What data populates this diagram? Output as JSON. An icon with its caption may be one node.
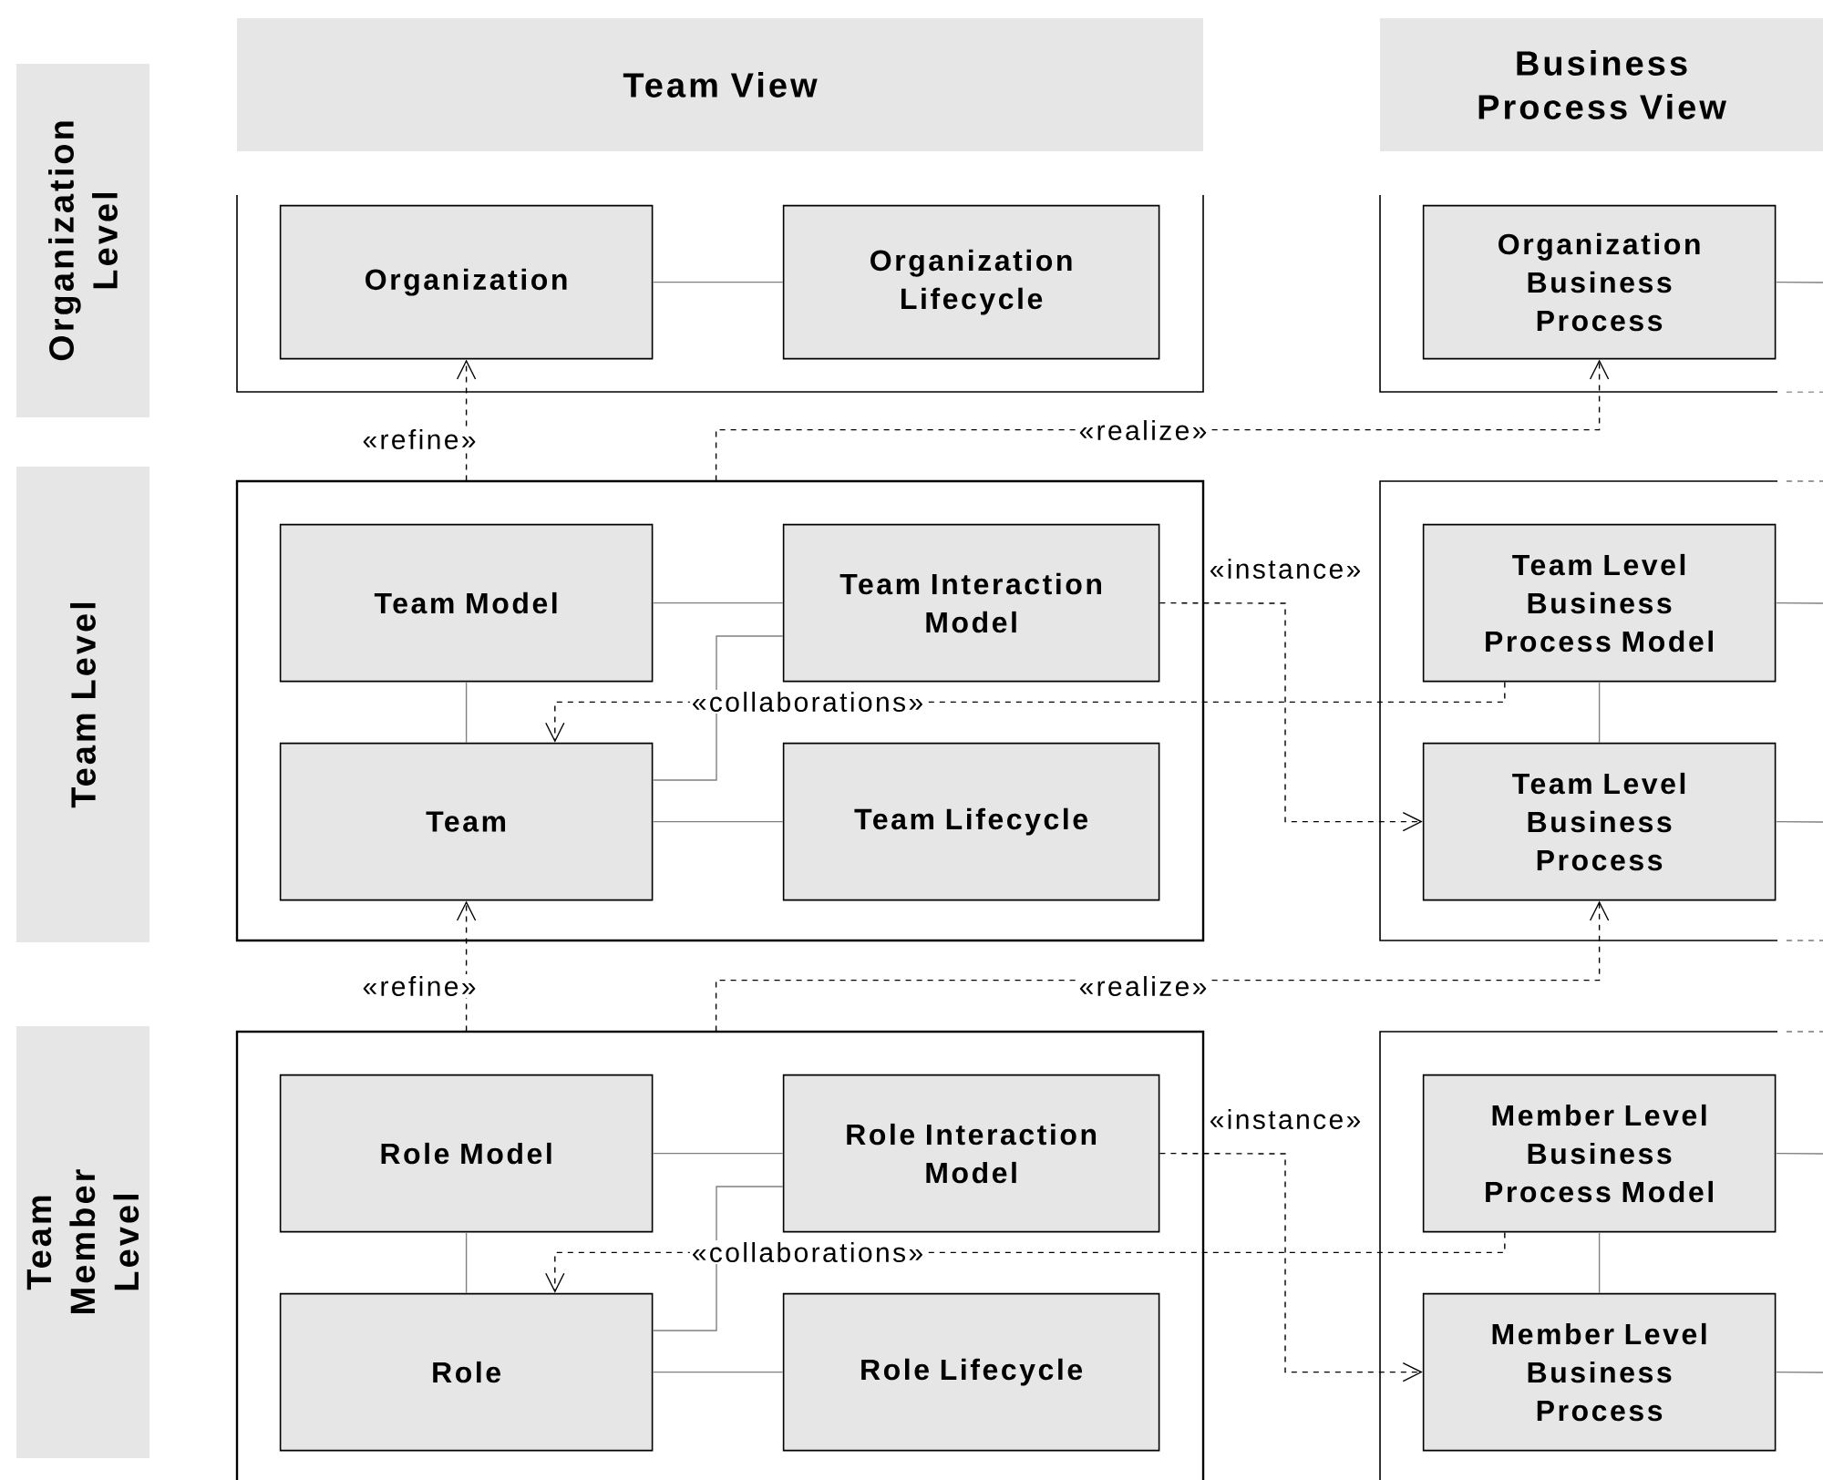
{
  "diagram": {
    "nodes": [
      {
        "text": [
          "Team View"
        ]
      },
      {
        "text": [
          "Business Process View"
        ]
      },
      {
        "text": [
          "Organization Level"
        ]
      },
      {
        "text": [],
        "shape": "box"
      },
      {
        "text": [
          "Organization"
        ],
        "in": 3
      },
      {
        "text": [
          "Organization Lifecycle"
        ],
        "in": 3
      },
      {
        "text": [],
        "shape": "box"
      },
      {
        "text": [
          "Organization Business Process"
        ],
        "in": 6
      },
      {
        "text": [
          "Team Level"
        ]
      },
      {
        "text": [],
        "shape": "box"
      },
      {
        "text": [
          "Team Model"
        ],
        "in": 9
      },
      {
        "text": [
          "Team Interaction Model"
        ],
        "in": 9
      },
      {
        "text": [
          "Team"
        ],
        "in": 9
      },
      {
        "text": [
          "Team Lifecycle"
        ],
        "in": 9
      },
      {
        "text": [],
        "shape": "box"
      },
      {
        "text": [
          "Team Level Business Process Model"
        ],
        "in": 14
      },
      {
        "text": [
          "Team Level Business Process"
        ],
        "in": 14
      },
      {
        "text": [
          "Team Member Level"
        ]
      },
      {
        "text": [],
        "shape": "box"
      },
      {
        "text": [
          "Role Model"
        ],
        "in": 18
      },
      {
        "text": [
          "Role Interaction Model"
        ],
        "in": 18
      },
      {
        "text": [
          "Role"
        ],
        "in": 18
      },
      {
        "text": [
          "Role Lifecycle"
        ],
        "in": 18
      },
      {
        "text": [],
        "shape": "box"
      },
      {
        "text": [
          "Member Level Business Process Model"
        ],
        "in": 23
      },
      {
        "text": [
          "Member Level Business Process"
        ],
        "in": 23
      }
    ],
    "edges": [
      {
        "from": 4,
        "to": 5,
        "arrow": "none"
      },
      {
        "from": 7,
        "to": null,
        "arrow": "none"
      },
      {
        "from": 9,
        "to": 4,
        "arrow": "to",
        "label": "«refine»",
        "style": "dashed",
        "color": "#000000"
      },
      {
        "from": 9,
        "to": 7,
        "arrow": "to",
        "label": "«realize»",
        "style": "dashed",
        "color": "#000000"
      },
      {
        "from": 10,
        "to": 11,
        "arrow": "none"
      },
      {
        "from": 10,
        "to": 12,
        "arrow": "none"
      },
      {
        "from": 12,
        "to": 11,
        "arrow": "none"
      },
      {
        "from": 12,
        "to": 13,
        "arrow": "none"
      },
      {
        "from": 11,
        "to": 16,
        "arrow": "to",
        "label": "«instance»",
        "style": "dashed",
        "color": "#000000"
      },
      {
        "from": 15,
        "to": 12,
        "arrow": "to",
        "label": "«collaborations»",
        "style": "dashed",
        "color": "#000000"
      },
      {
        "from": 15,
        "to": 16,
        "arrow": "none"
      },
      {
        "from": 15,
        "to": null,
        "arrow": "none"
      },
      {
        "from": 16,
        "to": null,
        "arrow": "none"
      },
      {
        "from": 18,
        "to": 12,
        "arrow": "to",
        "label": "«refine»",
        "style": "dashed",
        "color": "#000000"
      },
      {
        "from": 18,
        "to": 16,
        "arrow": "to",
        "label": "«realize»",
        "style": "dashed",
        "color": "#000000"
      },
      {
        "from": 19,
        "to": 20,
        "arrow": "none"
      },
      {
        "from": 19,
        "to": 21,
        "arrow": "none"
      },
      {
        "from": 21,
        "to": 20,
        "arrow": "none"
      },
      {
        "from": 21,
        "to": 22,
        "arrow": "none"
      },
      {
        "from": 20,
        "to": 25,
        "arrow": "to",
        "label": "«instance»",
        "style": "dashed",
        "color": "#000000"
      },
      {
        "from": 24,
        "to": 21,
        "arrow": "to",
        "label": "«collaborations»",
        "style": "dashed",
        "color": "#000000"
      },
      {
        "from": 24,
        "to": 25,
        "arrow": "none"
      },
      {
        "from": 24,
        "to": null,
        "arrow": "none"
      },
      {
        "from": 25,
        "to": null,
        "arrow": "none"
      }
    ]
  }
}
